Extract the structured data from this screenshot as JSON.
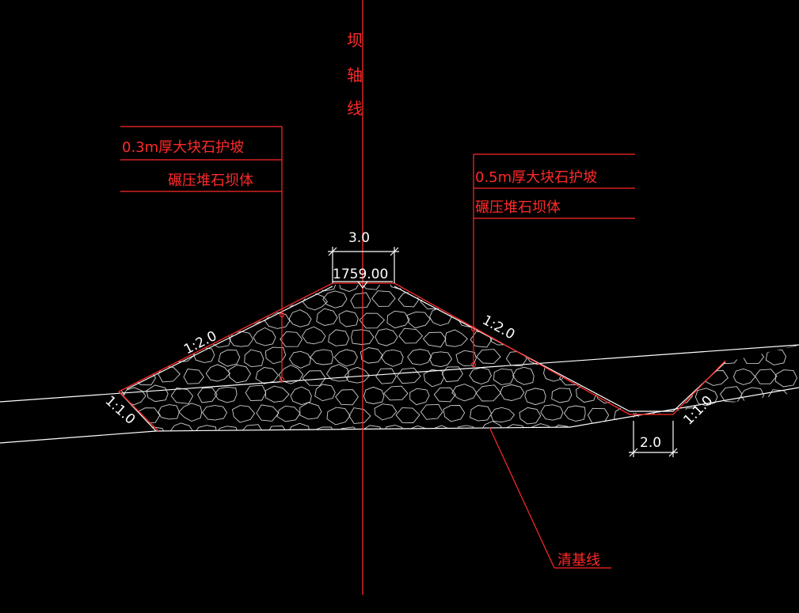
{
  "drawing": {
    "colors": {
      "background": "#000000",
      "annotation": "#ff2a2a",
      "outline": "#ffffff",
      "rock": "#cfcfcf"
    },
    "axis_label": [
      "坝",
      "轴",
      "线"
    ],
    "left_callout": {
      "line1": "0.3m厚大块石护坡",
      "line2": "碾压堆石坝体"
    },
    "right_callout": {
      "line1": "0.5m厚大块石护坡",
      "line2": "碾压堆石坝体"
    },
    "crest_width": "3.0",
    "crest_elevation": "1759.00",
    "upstream_slope": "1:2.0",
    "downstream_slope": "1:2.0",
    "left_toe_slope": "1:1.0",
    "right_toe_slope": "1:1.0",
    "toe_width": "2.0",
    "foundation_label": "清基线"
  }
}
